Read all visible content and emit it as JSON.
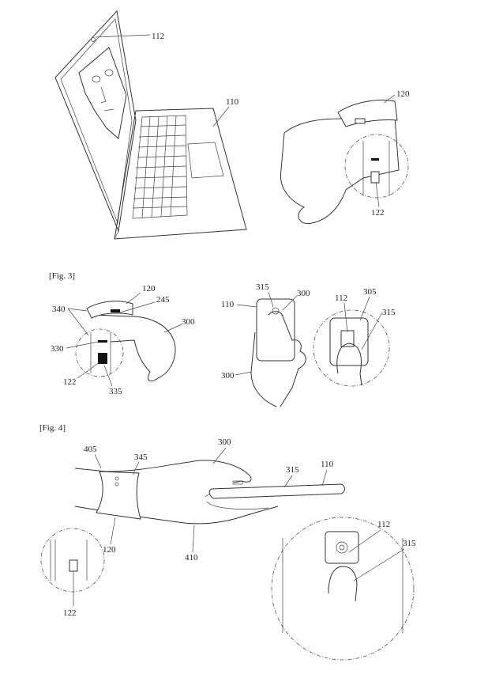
{
  "figures": {
    "fig3": {
      "caption": "[Fig. 3]"
    },
    "fig4": {
      "caption": "[Fig. 4]"
    }
  },
  "labels": {
    "fig2": {
      "camera": "112",
      "laptop": "110",
      "band": "120",
      "band_sensor": "122"
    },
    "fig3_left": {
      "band": "120",
      "band_part": "245",
      "arm": "300",
      "band_edge": "340",
      "strip": "330",
      "sensor": "122",
      "sensor_block": "335"
    },
    "fig3_right": {
      "fingertip": "315",
      "contact": "300",
      "phone": "110",
      "hand": "300",
      "camera": "112",
      "screen": "305",
      "finger": "315"
    },
    "fig4": {
      "sleeve": "405",
      "band_part": "345",
      "arm": "300",
      "finger": "315",
      "phone": "110",
      "band": "120",
      "hand": "410",
      "sensor": "122",
      "camera": "112",
      "fingertip": "315"
    }
  }
}
